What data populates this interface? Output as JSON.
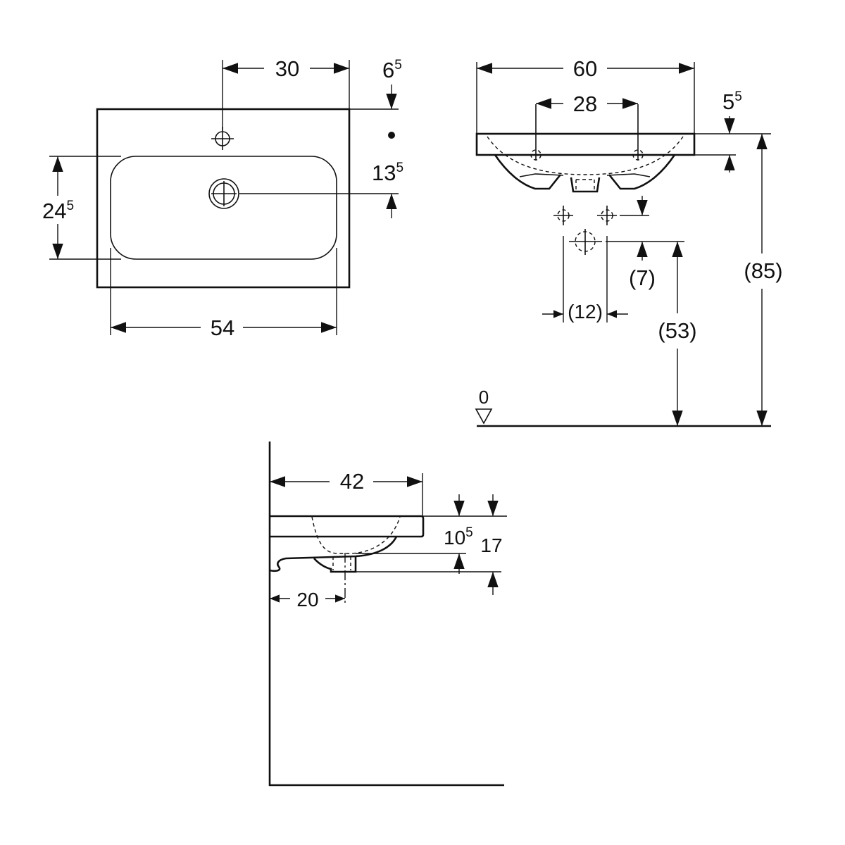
{
  "title": "Washbasin dimension drawing",
  "top_view": {
    "tap_offset": "30",
    "rim_to_tap": {
      "main": "6",
      "sup": "5"
    },
    "tap_to_drain": {
      "main": "13",
      "sup": "5"
    },
    "bowl_depth": {
      "main": "24",
      "sup": "5"
    },
    "bowl_width": "54"
  },
  "front_view": {
    "overall_width": "60",
    "tap_spacing": "28",
    "rim_height": {
      "main": "5",
      "sup": "5"
    },
    "trap_offset": "(7)",
    "trap_width": "(12)",
    "trap_height": "(53)",
    "rim_height_floor": "(85)",
    "floor_level": "0"
  },
  "side_view": {
    "projection": "42",
    "drain_depth": {
      "main": "10",
      "sup": "5"
    },
    "total_depth": "17",
    "drain_from_wall": "20"
  }
}
